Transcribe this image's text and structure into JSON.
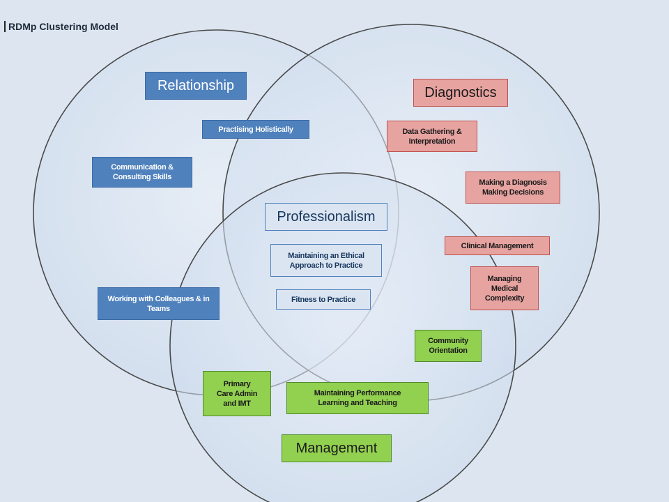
{
  "title": "RDMp  Clustering Model",
  "circles": {
    "relationship": {
      "label": "Relationship"
    },
    "diagnostics": {
      "label": "Diagnostics"
    },
    "professionalism": {
      "label": "Professionalism"
    },
    "management": {
      "label": "Management"
    }
  },
  "competencies": {
    "practising_holistically": "Practising Holistically",
    "communication": "Communication & Consulting Skills",
    "working_with_colleagues": "Working with Colleagues & in Teams",
    "data_gathering": "Data Gathering & Interpretation",
    "making_diagnosis": "Making a Diagnosis Making Decisions",
    "clinical_management": "Clinical Management",
    "managing_complexity": "Managing Medical Complexity",
    "ethical_approach": "Maintaining an Ethical Approach to Practice",
    "fitness_to_practice": "Fitness to Practice",
    "community_orientation": "Community Orientation",
    "primary_care_admin": "Primary Care Admin and IMT",
    "maintaining_performance": "Maintaining Performance Learning and Teaching"
  },
  "colors": {
    "background": "#dde6f0",
    "relationship": "#4f81bd",
    "diagnostics": "#e6a3a0",
    "management": "#92d050",
    "professionalism": "#dbe5f1",
    "circle_stroke": "#4a4a4a"
  }
}
